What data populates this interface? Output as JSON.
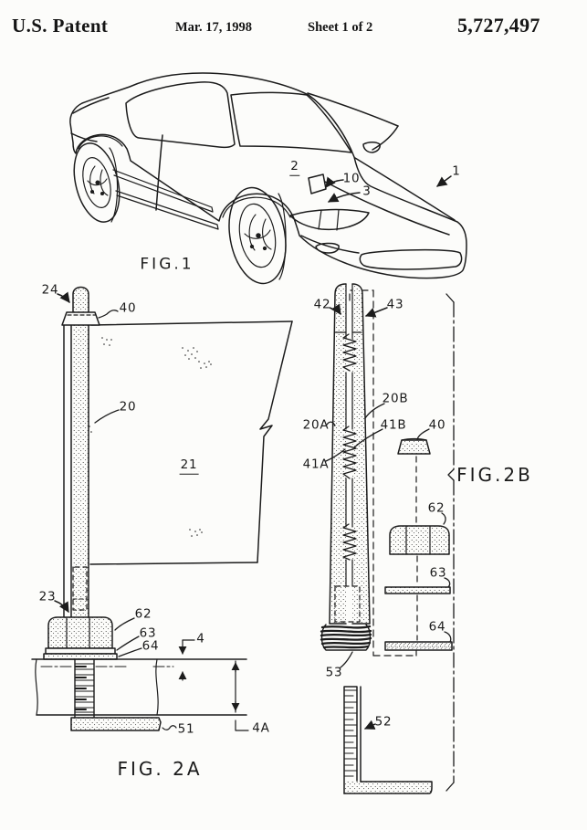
{
  "header": {
    "title": "U.S. Patent",
    "date": "Mar. 17, 1998",
    "sheet": "Sheet 1 of 2",
    "patent_number": "5,727,497"
  },
  "figures": {
    "fig1": {
      "caption": "FIG.1",
      "refs": {
        "n1": "1",
        "n2": "2",
        "n3": "3",
        "n10": "10"
      }
    },
    "fig2a": {
      "caption": "FIG. 2A",
      "refs": {
        "n24": "24",
        "n40": "40",
        "n20": "20",
        "n21": "21",
        "n23": "23",
        "n62": "62",
        "n63": "63",
        "n64": "64",
        "n4": "4",
        "n51": "51",
        "n4a": "4A"
      }
    },
    "fig2b": {
      "caption": "FIG.2B",
      "refs": {
        "n42": "42",
        "n43": "43",
        "n20a": "20A",
        "n20b": "20B",
        "n41a": "41A",
        "n41b": "41B",
        "n40": "40",
        "n62": "62",
        "n63": "63",
        "n64": "64",
        "n53": "53",
        "n52": "52"
      }
    }
  },
  "colors": {
    "ink": "#1c1c1c",
    "paper": "#fcfcfa"
  }
}
